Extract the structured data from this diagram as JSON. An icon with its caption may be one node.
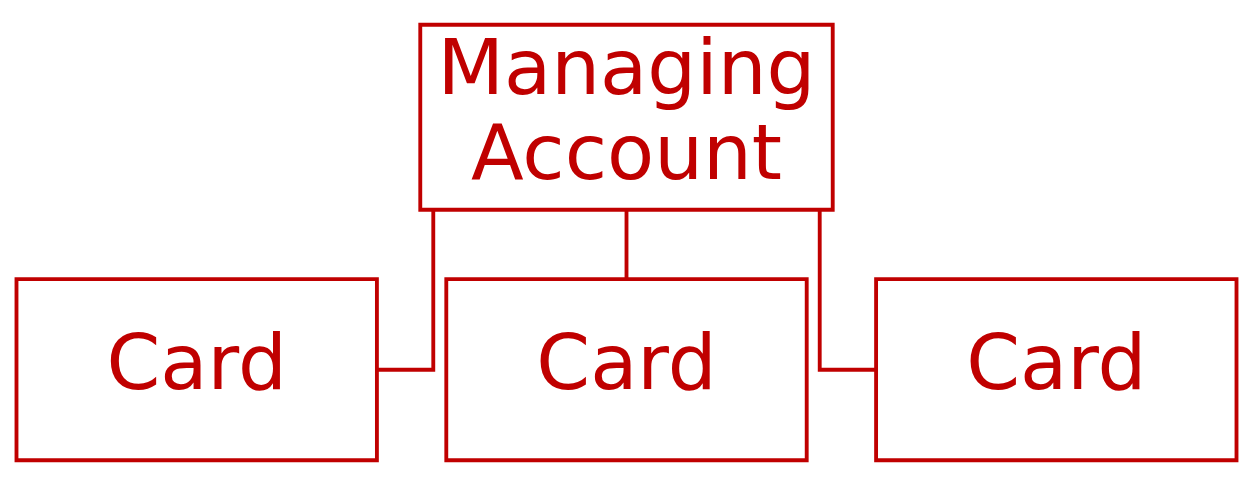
{
  "diagram": {
    "nodes": [
      {
        "text": [
          "Managing Account"
        ]
      },
      {
        "text": [
          "Card"
        ]
      },
      {
        "text": [
          "Card"
        ]
      },
      {
        "text": [
          "Card"
        ]
      }
    ],
    "edges": [
      {
        "from": 0,
        "to": 1,
        "arrow": "none"
      },
      {
        "from": 0,
        "to": 2,
        "arrow": "none"
      },
      {
        "from": 0,
        "to": 3,
        "arrow": "none"
      }
    ]
  }
}
